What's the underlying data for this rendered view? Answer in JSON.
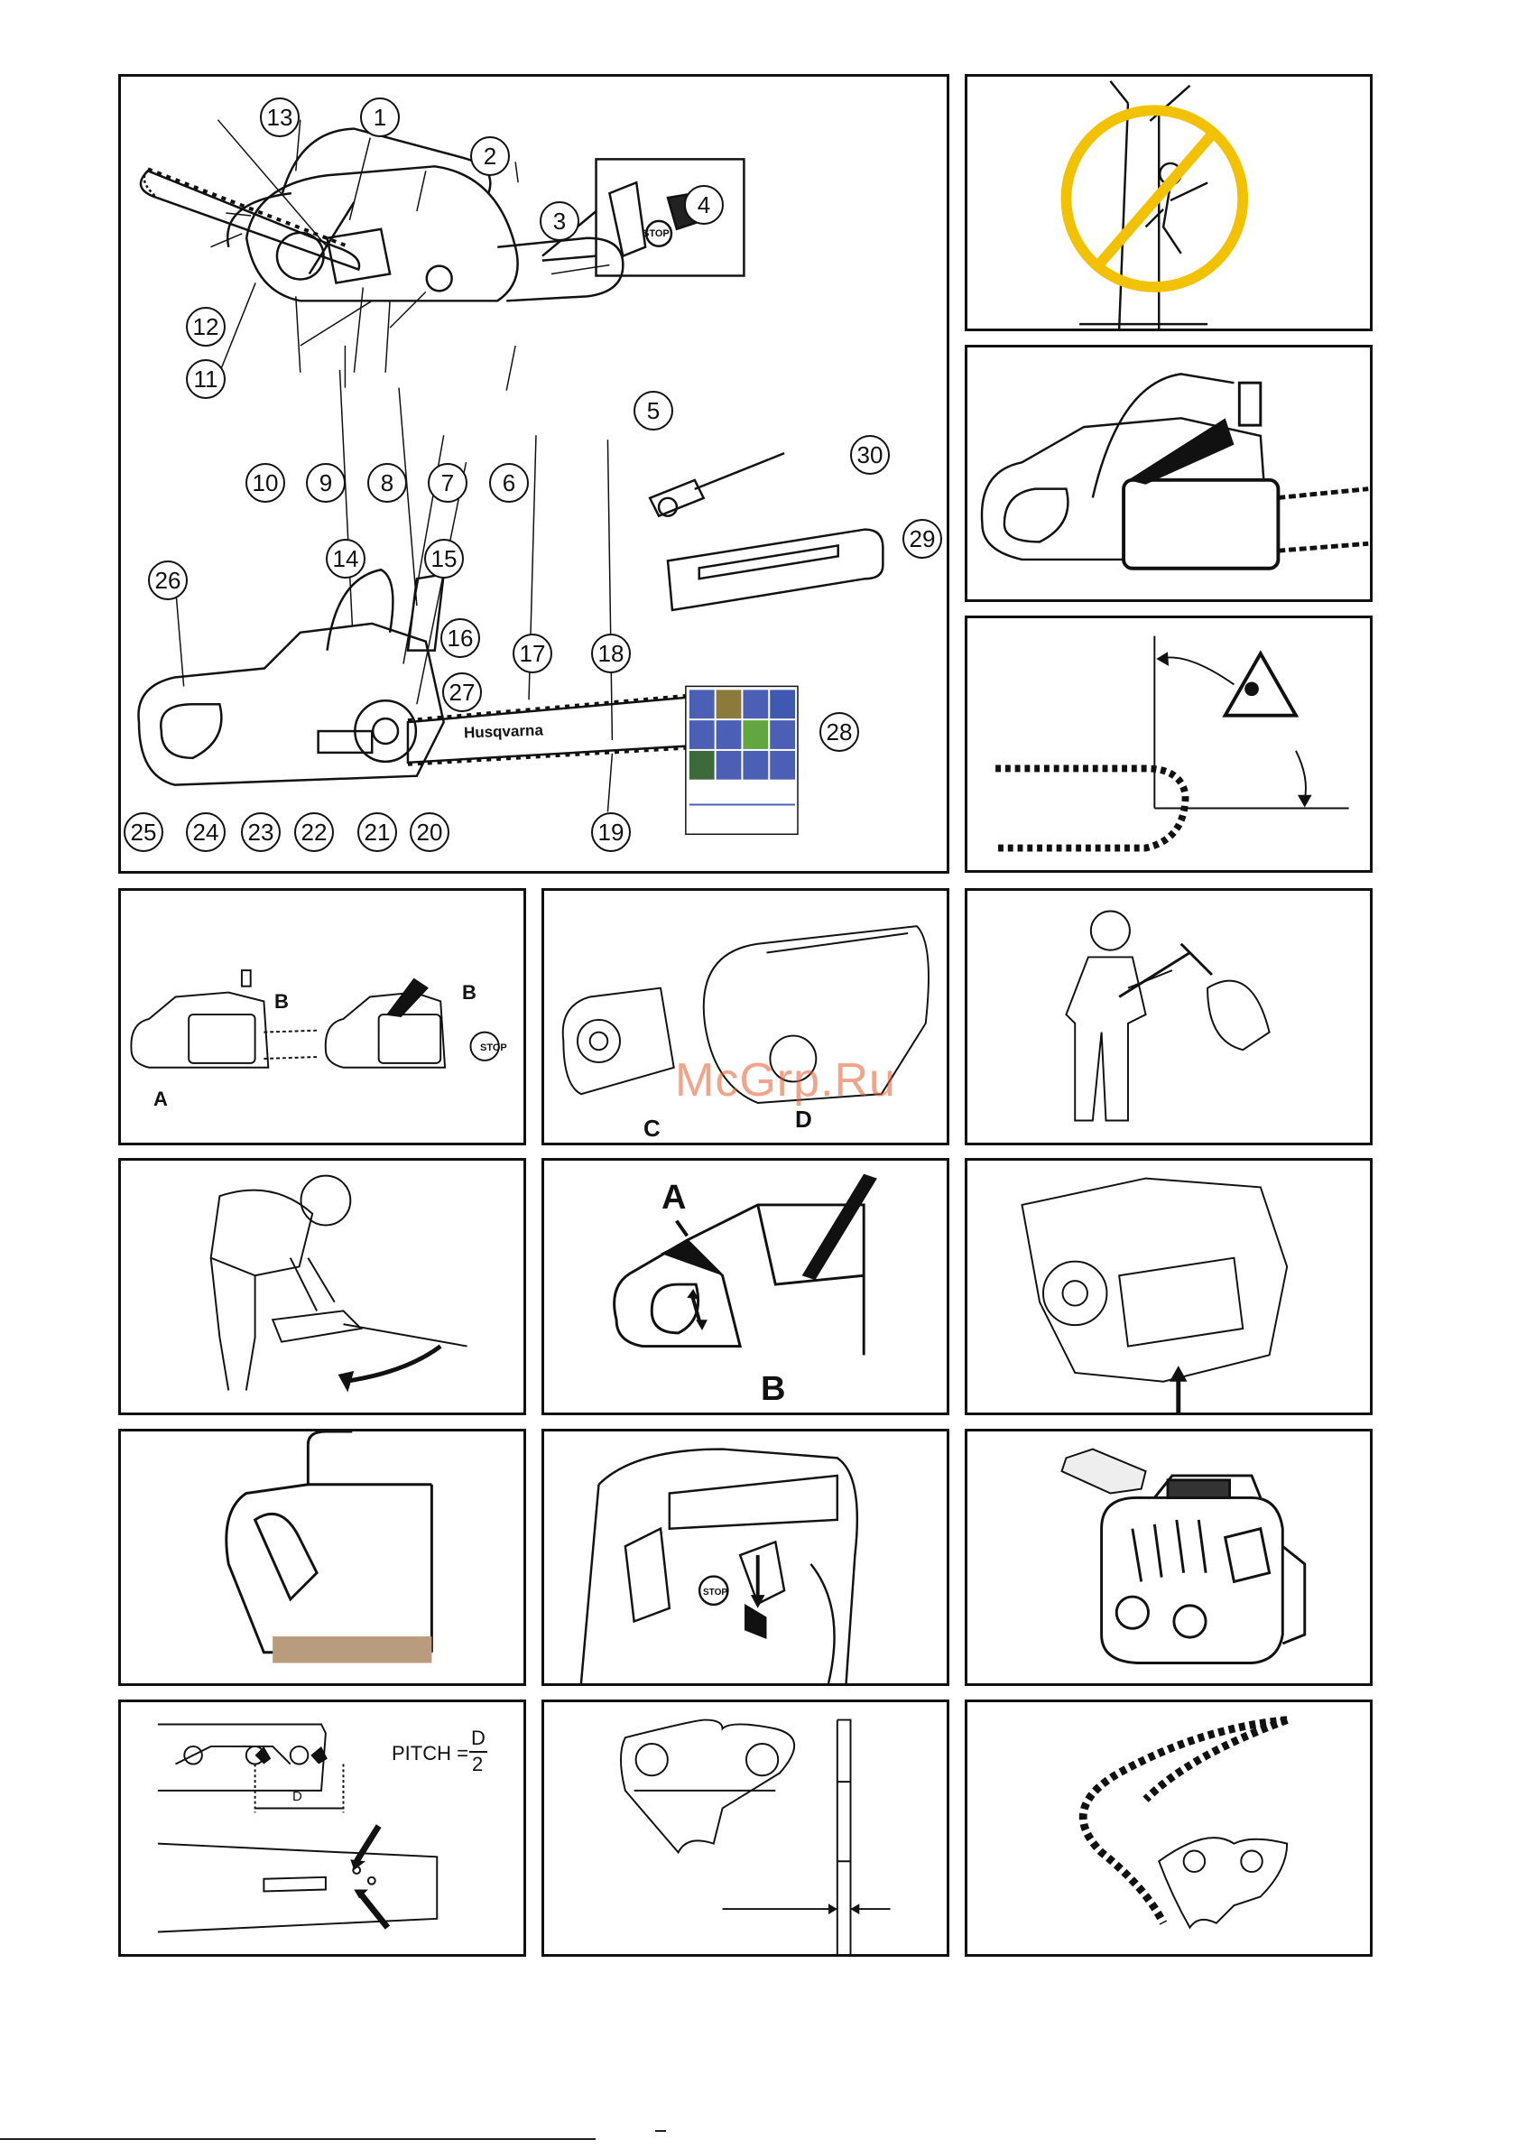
{
  "diagram": {
    "callouts": [
      "1",
      "2",
      "3",
      "4",
      "5",
      "6",
      "7",
      "8",
      "9",
      "10",
      "11",
      "12",
      "13",
      "14",
      "15",
      "16",
      "17",
      "18",
      "19",
      "20",
      "21",
      "22",
      "23",
      "24",
      "25",
      "26",
      "27",
      "28",
      "29",
      "30"
    ],
    "brand_label": "Husqvarna",
    "stop_label": "STOP"
  },
  "labels": {
    "a": "A",
    "b": "B",
    "c": "C",
    "d": "D"
  },
  "pitch": {
    "prefix": "PITCH =",
    "numerator": "D",
    "denominator": "2",
    "measure": "D"
  },
  "watermark": "McGrp.Ru"
}
